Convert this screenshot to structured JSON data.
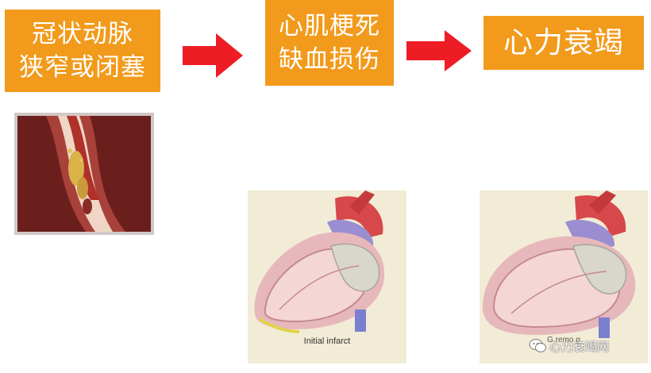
{
  "stages": [
    {
      "line1": "冠状动脉",
      "line2": "狭窄或闭塞"
    },
    {
      "line1": "心肌梗死",
      "line2": "缺血损伤"
    },
    {
      "line1": "心力衰竭"
    }
  ],
  "captions": {
    "heart1": "Initial infarct",
    "heart2": "G    remo   g"
  },
  "watermark": "心力衰竭网",
  "colors": {
    "box": "#f29a1b",
    "box_text": "#ffffff",
    "arrow": "#ee1c25"
  }
}
